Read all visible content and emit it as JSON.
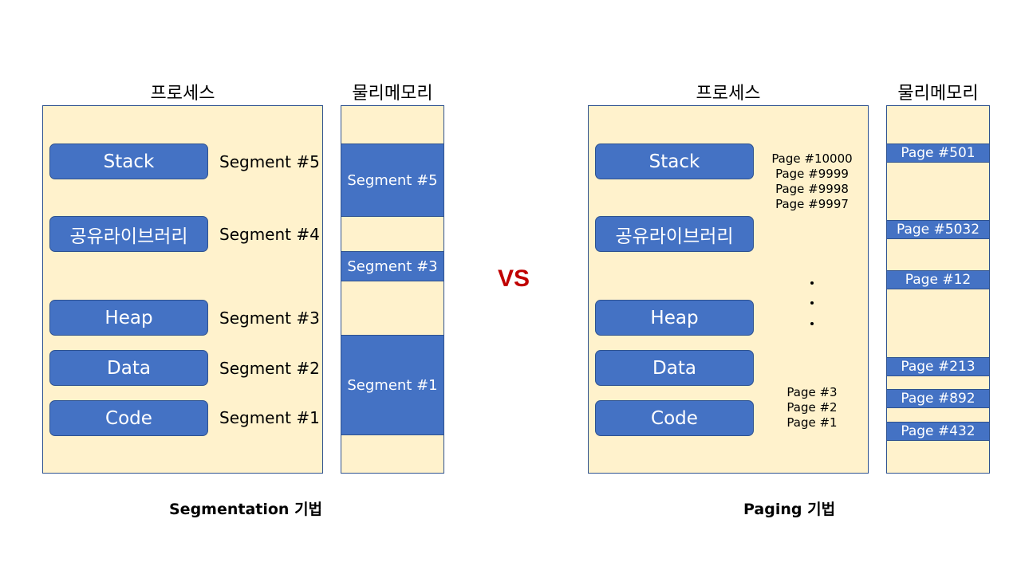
{
  "segmentation": {
    "process_header": "프로세스",
    "memory_header": "물리메모리",
    "areas": [
      "Stack",
      "공유라이브러리",
      "Heap",
      "Data",
      "Code"
    ],
    "segment_labels": [
      "Segment #5",
      "Segment #4",
      "Segment #3",
      "Segment #2",
      "Segment #1"
    ],
    "memory_blocks": [
      "Segment #5",
      "Segment #3",
      "Segment #1"
    ],
    "caption": "Segmentation 기법"
  },
  "vs_label": "VS",
  "paging": {
    "process_header": "프로세스",
    "memory_header": "물리메모리",
    "areas": [
      "Stack",
      "공유라이브러리",
      "Heap",
      "Data",
      "Code"
    ],
    "pages_top": [
      "Page #10000",
      "Page #9999",
      "Page #9998",
      "Page #9997"
    ],
    "pages_bottom": [
      "Page #3",
      "Page #2",
      "Page #1"
    ],
    "memory_pages": [
      "Page #501",
      "Page #5032",
      "Page #12",
      "Page #213",
      "Page #892",
      "Page #432"
    ],
    "caption": "Paging 기법"
  }
}
